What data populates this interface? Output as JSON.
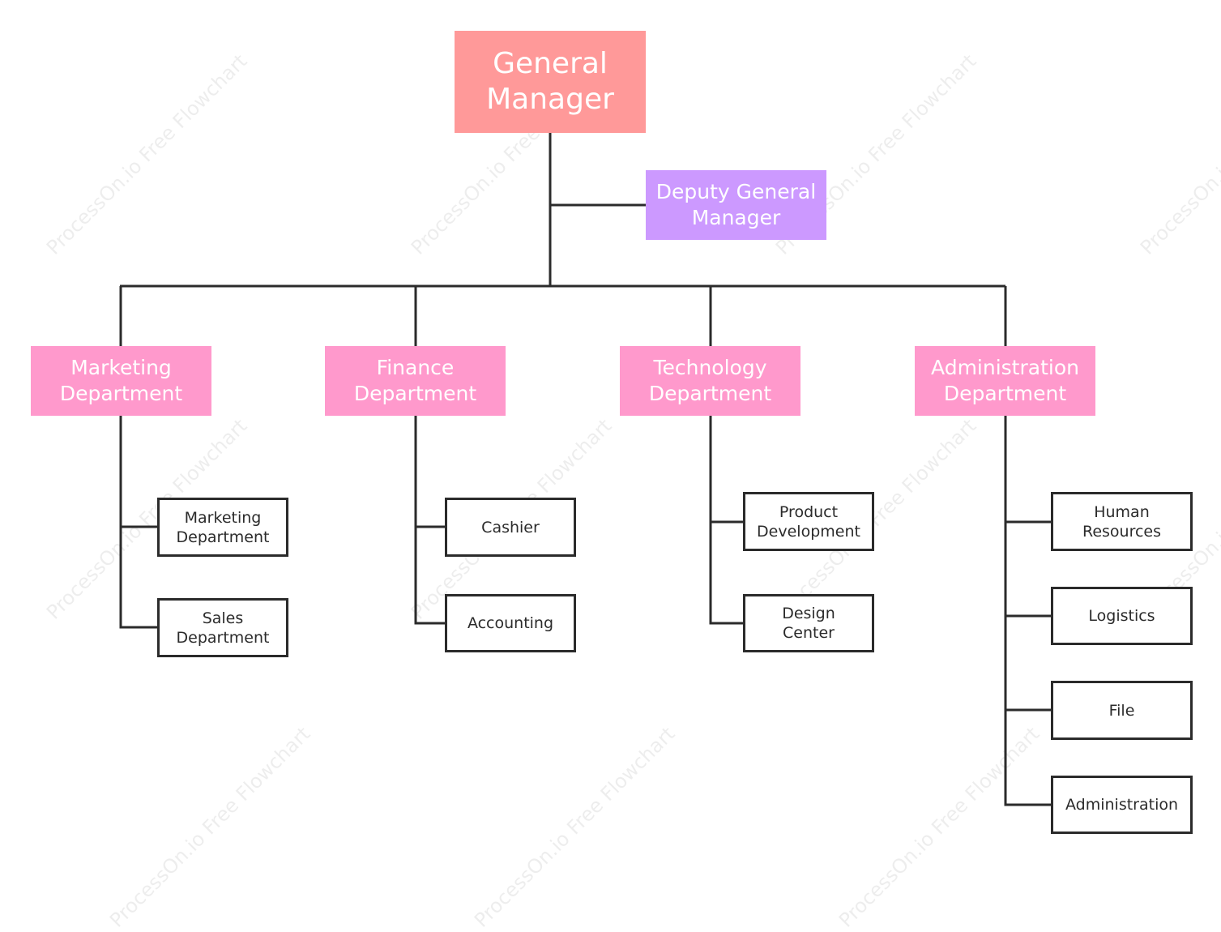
{
  "watermark": "ProcessOn.io Free Flowchart",
  "colors": {
    "general_manager": "#ff9999",
    "deputy": "#cc99ff",
    "department": "#ff99cc",
    "connector": "#2b2b2b"
  },
  "general_manager": {
    "line1": "General",
    "line2": "Manager"
  },
  "deputy": {
    "line1": "Deputy General",
    "line2": "Manager"
  },
  "departments": [
    {
      "line1": "Marketing",
      "line2": "Department",
      "children": [
        {
          "line1": "Marketing",
          "line2": "Department"
        },
        {
          "line1": "Sales",
          "line2": "Department"
        }
      ]
    },
    {
      "line1": "Finance",
      "line2": "Department",
      "children": [
        {
          "line1": "Cashier"
        },
        {
          "line1": "Accounting"
        }
      ]
    },
    {
      "line1": "Technology",
      "line2": "Department",
      "children": [
        {
          "line1": "Product",
          "line2": "Development"
        },
        {
          "line1": "Design",
          "line2": "Center"
        }
      ]
    },
    {
      "line1": "Administration",
      "line2": "Department",
      "children": [
        {
          "line1": "Human",
          "line2": "Resources"
        },
        {
          "line1": "Logistics"
        },
        {
          "line1": "File"
        },
        {
          "line1": "Administration"
        }
      ]
    }
  ]
}
